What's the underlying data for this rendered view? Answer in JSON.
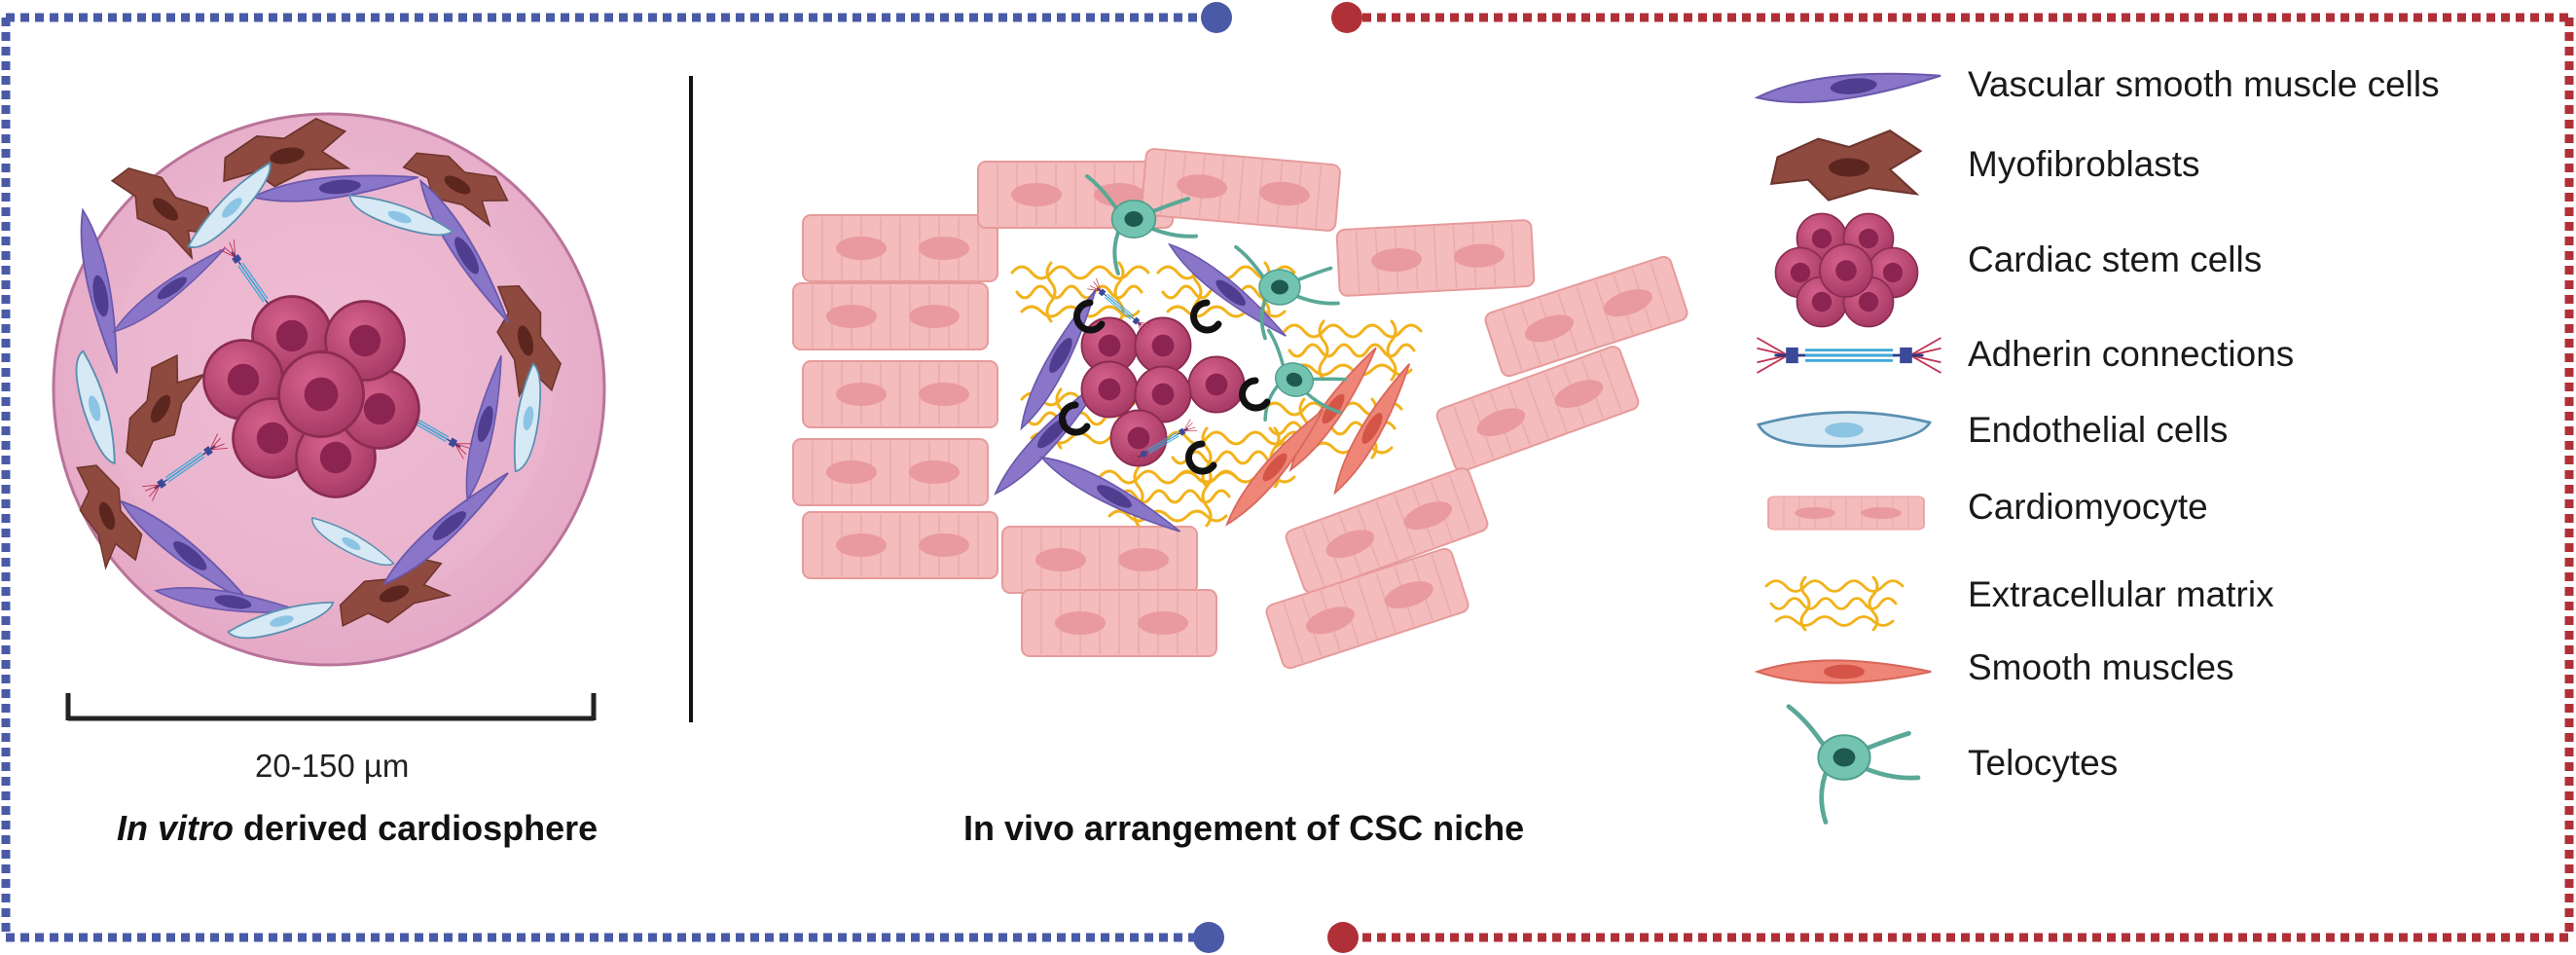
{
  "left_panel": {
    "scale_label": "20-150 µm",
    "caption_italic": "In vitro",
    "caption_rest": " derived cardiosphere"
  },
  "right_panel": {
    "caption": "In vivo arrangement of CSC niche"
  },
  "legend": [
    {
      "label": "Vascular smooth muscle cells",
      "icon": "vascular-smooth-muscle-cell-icon"
    },
    {
      "label": "Myofibroblasts",
      "icon": "myofibroblast-icon"
    },
    {
      "label": "Cardiac stem cells",
      "icon": "cardiac-stem-cells-icon"
    },
    {
      "label": "Adherin connections",
      "icon": "adherin-connection-icon"
    },
    {
      "label": "Endothelial cells",
      "icon": "endothelial-cell-icon"
    },
    {
      "label": "Cardiomyocyte",
      "icon": "cardiomyocyte-icon"
    },
    {
      "label": "Extracellular matrix",
      "icon": "extracellular-matrix-icon"
    },
    {
      "label": "Smooth muscles",
      "icon": "smooth-muscle-icon"
    },
    {
      "label": "Telocytes",
      "icon": "telocyte-icon"
    }
  ],
  "colors": {
    "left_frame": "#4a5aa6",
    "right_frame": "#b03038",
    "cardiomyocyte": "#f3b8b8",
    "vsmc": "#8a76c9",
    "myofibroblast": "#8e4a3f",
    "stem_cell": "#b5406a",
    "endothelial": "#cfe4f0",
    "ecm": "#f2b21a",
    "smooth_muscle": "#ef8577",
    "telocyte": "#6cbfae"
  }
}
